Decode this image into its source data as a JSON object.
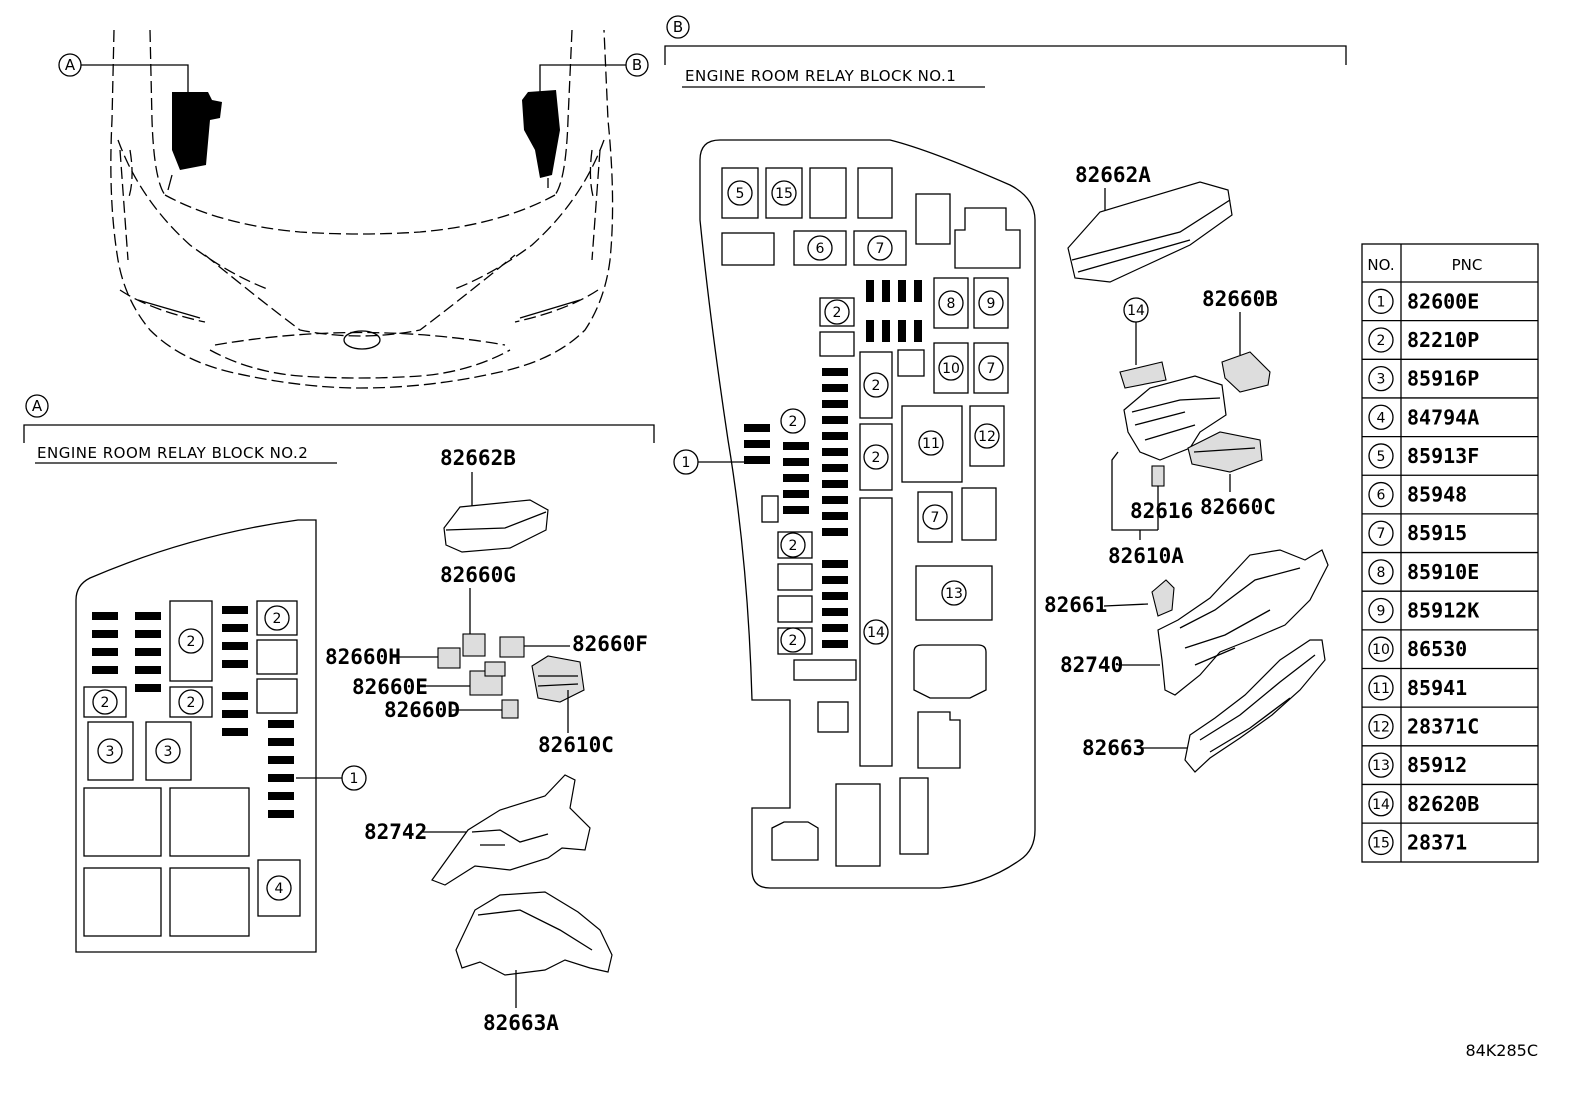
{
  "diagram_code": "84K285C",
  "callouts": {
    "a": "A",
    "b": "B"
  },
  "sections": {
    "block2": {
      "letter": "A",
      "title": "ENGINE ROOM RELAY BLOCK NO.2"
    },
    "block1": {
      "letter": "B",
      "title": "ENGINE ROOM RELAY BLOCK NO.1"
    }
  },
  "block2_parts": {
    "p82662B": "82662B",
    "p82660G": "82660G",
    "p82660H": "82660H",
    "p82660F": "82660F",
    "p82660E": "82660E",
    "p82660D": "82660D",
    "p82610C": "82610C",
    "p82742": "82742",
    "p82663A": "82663A"
  },
  "block1_parts": {
    "p82662A": "82662A",
    "p82660B": "82660B",
    "p82616": "82616",
    "p82660C": "82660C",
    "p82610A": "82610A",
    "p82661": "82661",
    "p82740": "82740",
    "p82663": "82663"
  },
  "block_numbers": {
    "n1": "1",
    "n2": "2",
    "n3": "3",
    "n4": "4",
    "n5": "5",
    "n6": "6",
    "n7": "7",
    "n8": "8",
    "n9": "9",
    "n10": "10",
    "n11": "11",
    "n12": "12",
    "n13": "13",
    "n14": "14",
    "n15": "15"
  },
  "pnc_table": {
    "header_no": "NO.",
    "header_pnc": "PNC",
    "rows": [
      {
        "no": "1",
        "pnc": "82600E"
      },
      {
        "no": "2",
        "pnc": "82210P"
      },
      {
        "no": "3",
        "pnc": "85916P"
      },
      {
        "no": "4",
        "pnc": "84794A"
      },
      {
        "no": "5",
        "pnc": "85913F"
      },
      {
        "no": "6",
        "pnc": "85948"
      },
      {
        "no": "7",
        "pnc": "85915"
      },
      {
        "no": "8",
        "pnc": "85910E"
      },
      {
        "no": "9",
        "pnc": "85912K"
      },
      {
        "no": "10",
        "pnc": "86530"
      },
      {
        "no": "11",
        "pnc": "85941"
      },
      {
        "no": "12",
        "pnc": "28371C"
      },
      {
        "no": "13",
        "pnc": "85912"
      },
      {
        "no": "14",
        "pnc": "82620B"
      },
      {
        "no": "15",
        "pnc": "28371"
      }
    ]
  }
}
